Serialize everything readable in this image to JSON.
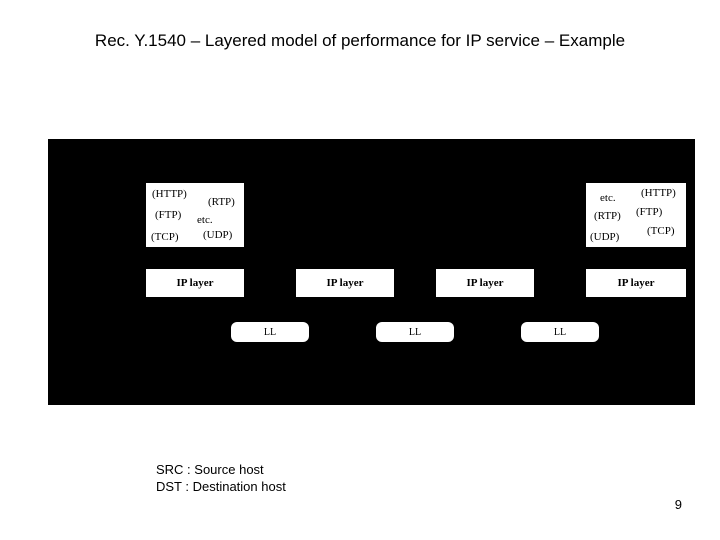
{
  "slide": {
    "title": "Rec. Y.1540 – Layered model of performance for IP service – Example",
    "page_number": "9"
  },
  "diagram": {
    "src_upper_layers": {
      "http": "(HTTP)",
      "rtp": "(RTP)",
      "ftp": "(FTP)",
      "etc": "etc.",
      "tcp": "(TCP)",
      "udp": "(UDP)"
    },
    "dst_upper_layers": {
      "etc": "etc.",
      "http": "(HTTP)",
      "rtp": "(RTP)",
      "ftp": "(FTP)",
      "tcp": "(TCP)",
      "udp": "(UDP)"
    },
    "ip_layers": [
      "IP layer",
      "IP layer",
      "IP layer",
      "IP layer"
    ],
    "link_layers": [
      "LL",
      "LL",
      "LL"
    ]
  },
  "legend": {
    "src": "SRC : Source host",
    "dst": "DST : Destination host"
  }
}
